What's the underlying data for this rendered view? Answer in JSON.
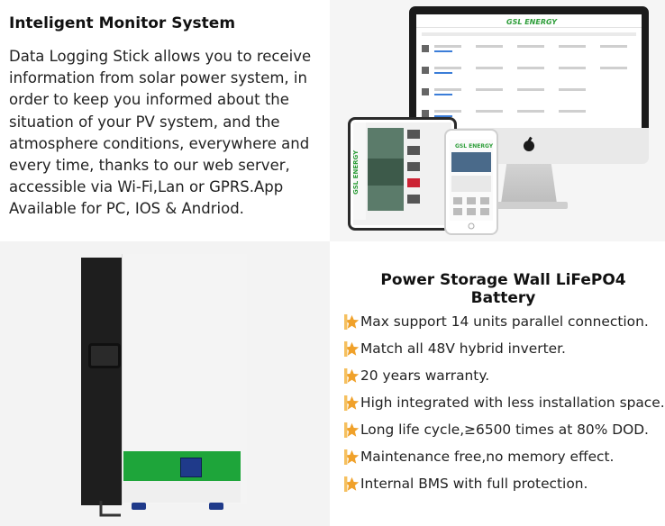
{
  "top_left": {
    "title": "Inteligent Monitor System",
    "lines": [
      "Data Logging Stick allows you to receive",
      "information from solar power system, in",
      "order to keep you informed about the",
      "situation of your PV system, and the",
      "atmosphere conditions, everywhere and",
      "every time, thanks to our web server,",
      "accessible via Wi-Fi,Lan or GPRS.App",
      "Available for PC, IOS & Andriod."
    ]
  },
  "top_right": {
    "brand": "GSL ENERGY",
    "icons": [
      "monitor-icon",
      "tablet-icon",
      "phone-icon",
      "apple-logo-icon"
    ]
  },
  "bottom_right": {
    "title": "Power Storage Wall LiFePO4 Battery",
    "features": [
      "Max support 14 units parallel connection.",
      "Match all 48V hybrid inverter.",
      "20 years warranty.",
      "High integrated with less installation space.",
      "Long life cycle,≥6500 times at 80% DOD.",
      "Maintenance free,no memory effect.",
      "Internal BMS with full protection."
    ],
    "star_color": "#f0a12a"
  },
  "bottom_left": {
    "image": "battery-wall-unit-image",
    "accent_color": "#1ea53a"
  }
}
